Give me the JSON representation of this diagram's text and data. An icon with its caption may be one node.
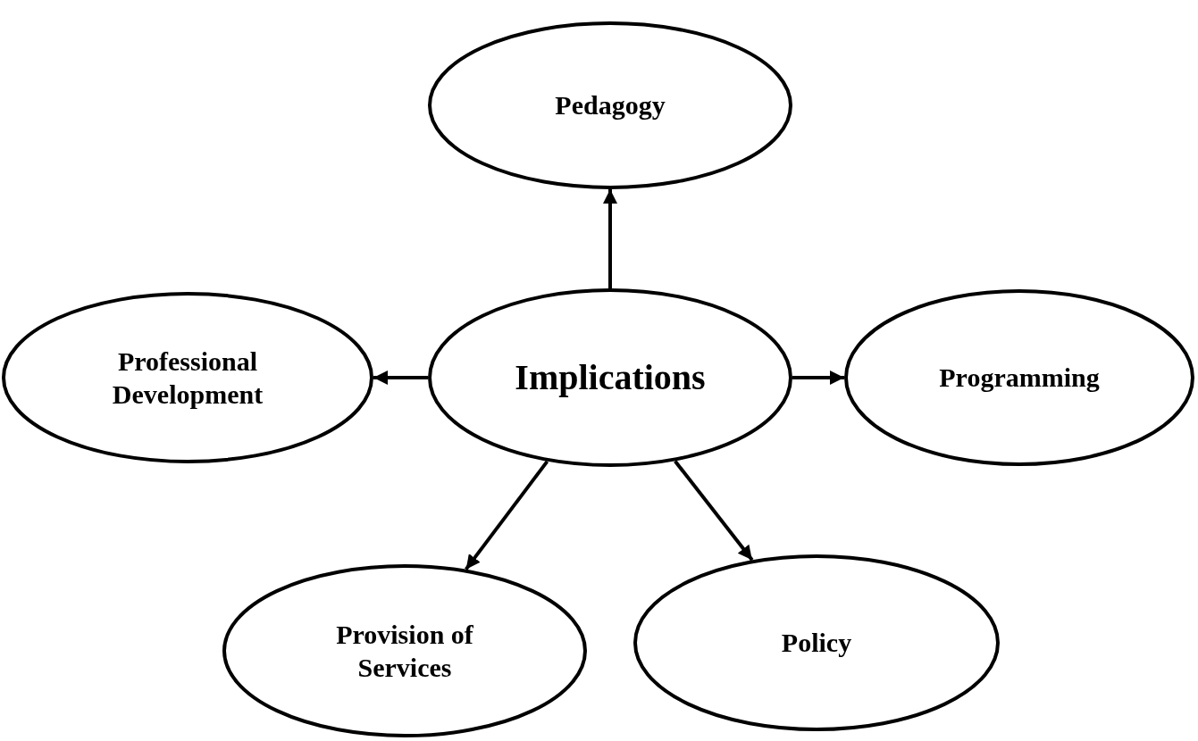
{
  "diagram": {
    "nodes": [
      {
        "text": [
          "Pedagogy"
        ]
      },
      {
        "text": [
          "Professional Development"
        ]
      },
      {
        "text": [
          "Implications"
        ]
      },
      {
        "text": [
          "Programming"
        ]
      },
      {
        "text": [
          "Provision of Services"
        ]
      },
      {
        "text": [
          "Policy"
        ]
      }
    ],
    "edges": [
      {
        "from": 2,
        "to": 0,
        "arrow": "to"
      },
      {
        "from": 2,
        "to": 1,
        "arrow": "to"
      },
      {
        "from": 2,
        "to": 3,
        "arrow": "to"
      },
      {
        "from": 2,
        "to": 4,
        "arrow": "to"
      },
      {
        "from": 2,
        "to": 5,
        "arrow": "to"
      }
    ]
  }
}
